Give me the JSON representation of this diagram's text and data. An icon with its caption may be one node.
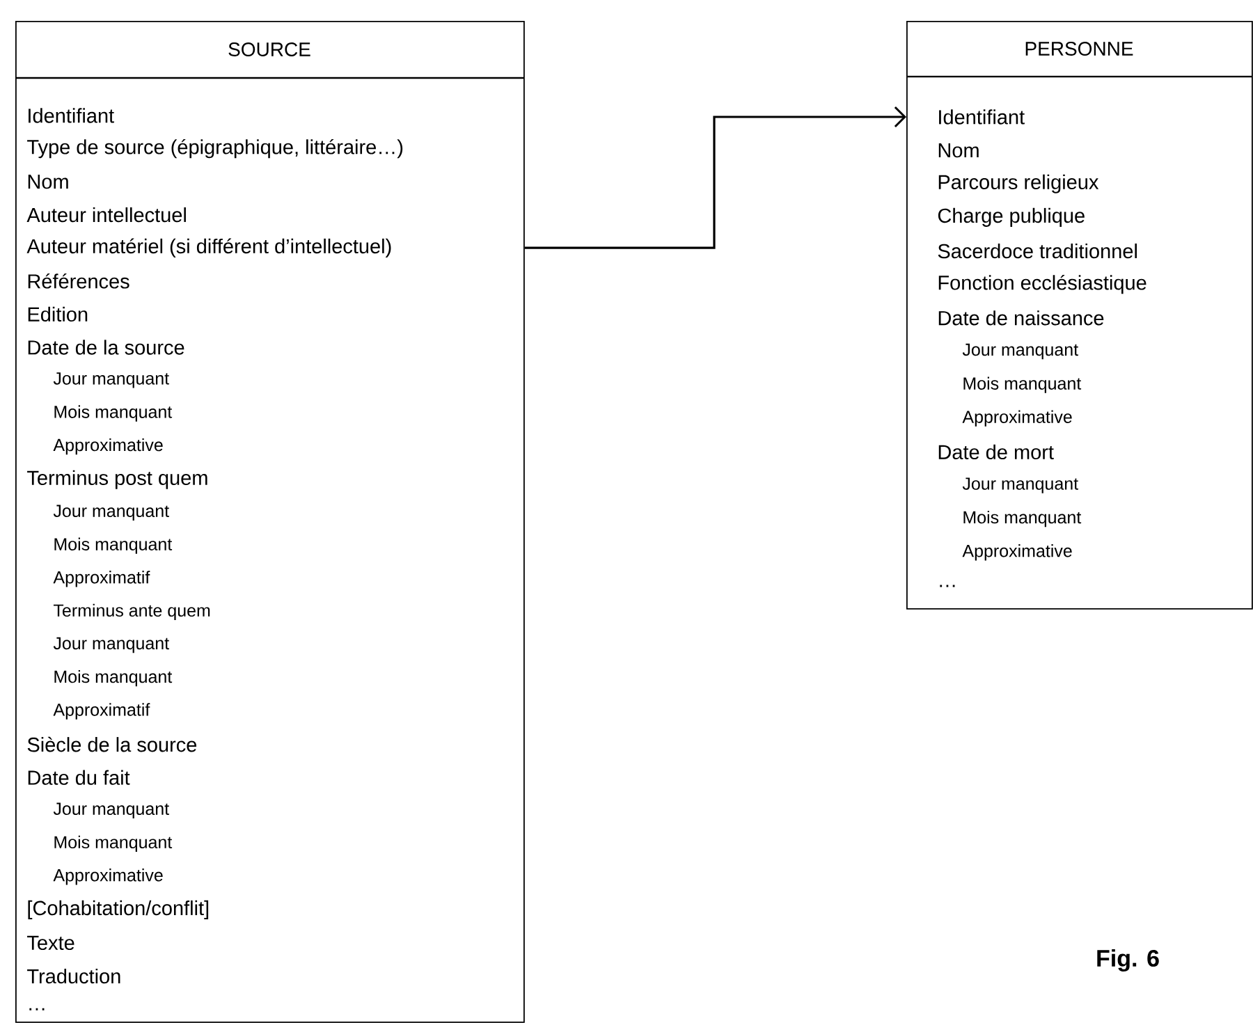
{
  "diagram": {
    "nodes": [
      {
        "text": [
          "SOURCE",
          "Identifiant",
          "Type de source (épigraphique, littéraire…)",
          "Nom",
          "Auteur intellectuel",
          "Auteur matériel (si différent d’intellectuel)",
          "Références",
          "Edition",
          "Date de la source",
          "Jour manquant",
          "Mois manquant",
          "Approximative",
          "Terminus post quem",
          "Jour manquant",
          "Mois manquant",
          "Approximatif",
          "Terminus ante quem",
          "Jour manquant",
          "Mois manquant",
          "Approximatif",
          "Siècle de la source",
          "Date du fait",
          "Jour manquant",
          "Mois manquant",
          "Approximative",
          "[Cohabitation/conflit]",
          "Texte",
          "Traduction",
          "…"
        ]
      },
      {
        "text": [
          "PERSONNE",
          "Identifiant",
          "Nom",
          "Parcours religieux",
          "Charge publique",
          "Sacerdoce traditionnel",
          "Fonction ecclésiastique",
          "Date de naissance",
          "Jour manquant",
          "Mois manquant",
          "Approximative",
          "Date de mort",
          "Jour manquant",
          "Mois manquant",
          "Approximative",
          "…"
        ]
      }
    ],
    "edges": [
      {
        "from": 0,
        "to": 1,
        "arrow": "to"
      }
    ],
    "labels": [
      "Fig. 6"
    ]
  }
}
